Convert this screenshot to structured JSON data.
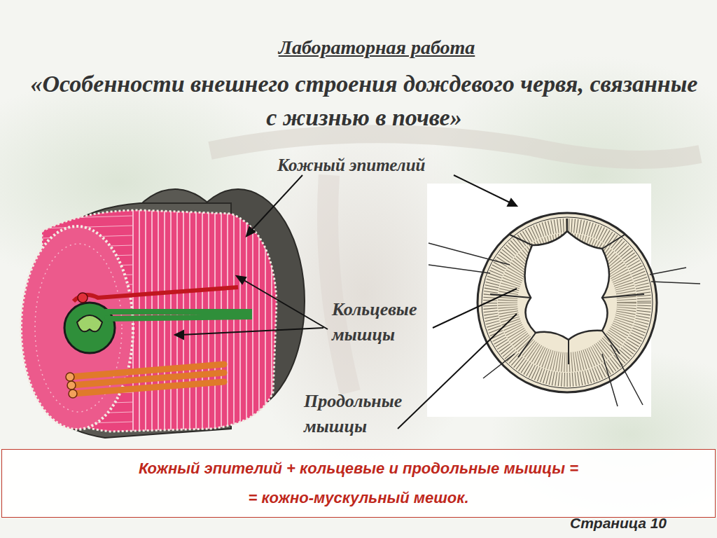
{
  "diagram": {
    "title": "Лабораторная работа",
    "nodes": [
      {
        "text": [
          "Кожный эпителий + кольцевые и продольные мышцы =",
          "= кожно-мускульный мешок."
        ]
      }
    ],
    "labels": [
      "«Особенности внешнего строения дождевого червя, связанные с жизнью в почве»",
      "Кожный эпителий",
      "Кольцевые мышцы",
      "Продольные мышцы",
      "Страница 10"
    ]
  }
}
